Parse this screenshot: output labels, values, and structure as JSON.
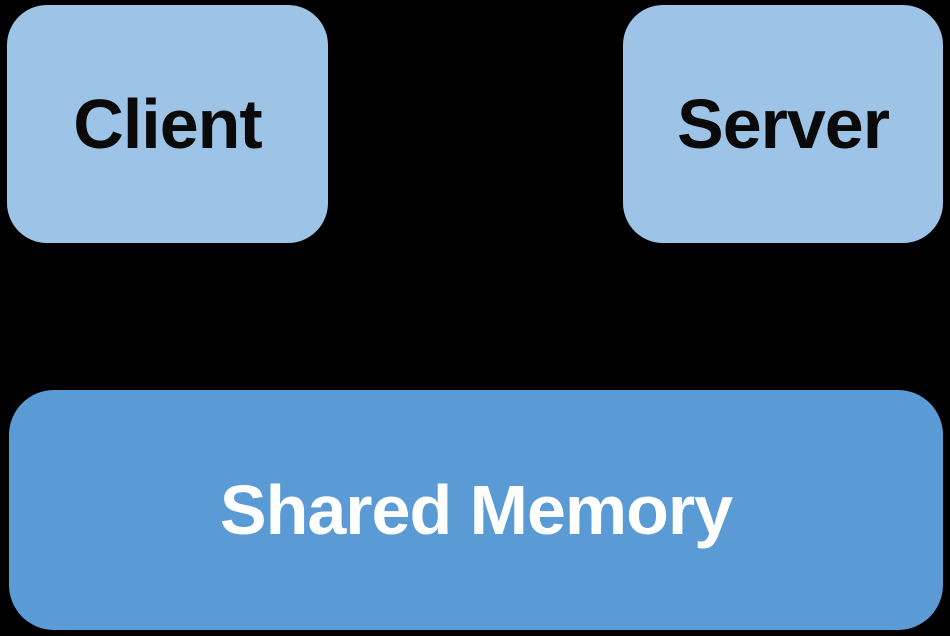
{
  "diagram": {
    "background_color": "#000000",
    "nodes": [
      {
        "id": "client",
        "label": "Client",
        "fill_color": "#9DC3E6",
        "text_color": "#0A0A0A"
      },
      {
        "id": "server",
        "label": "Server",
        "fill_color": "#9DC3E6",
        "text_color": "#0A0A0A"
      },
      {
        "id": "shared-memory",
        "label": "Shared Memory",
        "fill_color": "#5B9BD5",
        "text_color": "#FFFFFF"
      }
    ]
  }
}
